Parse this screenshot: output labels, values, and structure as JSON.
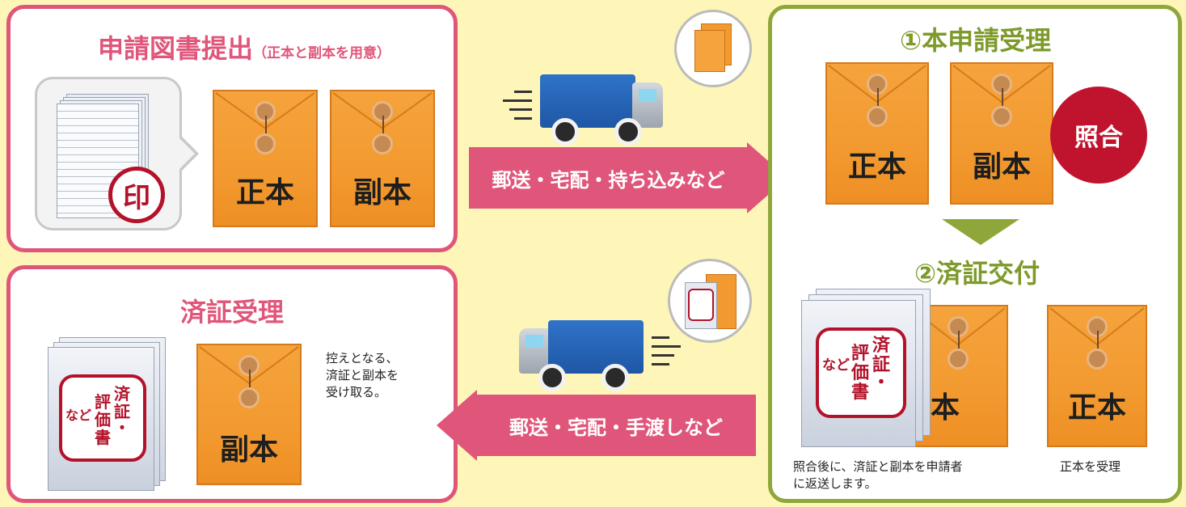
{
  "panel_submit": {
    "title": "申請図書提出",
    "title_note": "（正本と副本を用意）",
    "stamp_char": "印",
    "env_main": "正本",
    "env_copy": "副本"
  },
  "panel_received": {
    "title": "済証受理",
    "stamp_lines": [
      "済",
      "証",
      "・",
      "評",
      "価",
      "書",
      "など"
    ],
    "env_copy": "副本",
    "note_lines": [
      "控えとなる、",
      "済証と副本を",
      "受け取る。"
    ]
  },
  "arrow_top": {
    "label": "郵送・宅配・持ち込みなど"
  },
  "arrow_bottom": {
    "label": "郵送・宅配・手渡しなど"
  },
  "panel_process": {
    "step1_title": "①本申請受理",
    "env_main": "正本",
    "env_copy": "副本",
    "check_badge": "照合",
    "step2_title": "②済証交付",
    "env_copy2": "副本",
    "env_main2": "正本",
    "note_left_lines": [
      "照合後に、済証と副本を申請者",
      "に返送します。"
    ],
    "note_right": "正本を受理"
  },
  "colors": {
    "background": "#fdf6b8",
    "pink": "#e0567a",
    "green": "#8fa73a",
    "envelope": "#f29a30",
    "red_badge": "#c0142e"
  }
}
